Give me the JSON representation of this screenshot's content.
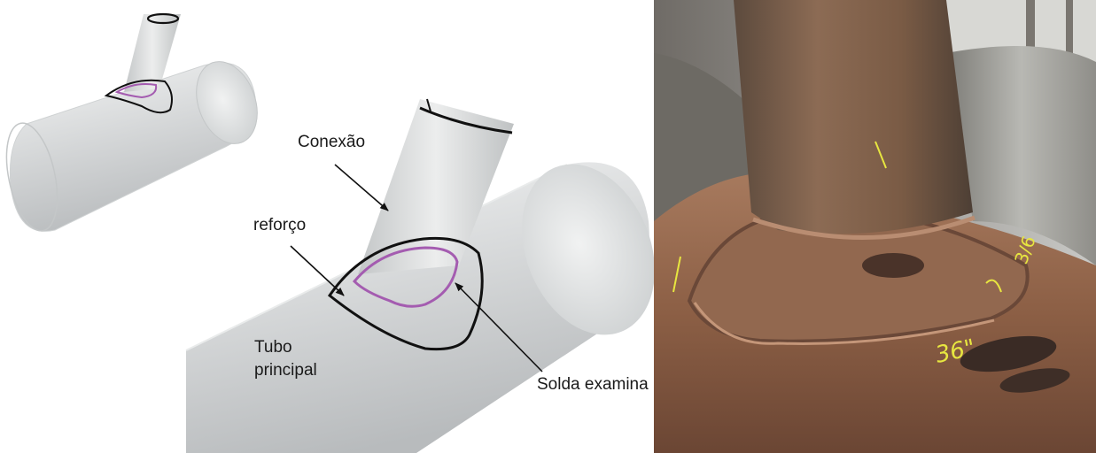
{
  "diagram": {
    "labels": {
      "conexao": "Conexão",
      "reforco": "reforço",
      "tubo": "Tubo",
      "principal": "principal",
      "solda": "Solda examina"
    },
    "colors": {
      "pipe_fill": "#dcdede",
      "pipe_shade": "#b9bcbd",
      "reinforcement_outline": "#111111",
      "weld_outline": "#a45cb0",
      "arrow": "#111111"
    }
  },
  "photo": {
    "markings": [
      "3/6",
      "36\""
    ],
    "colors": {
      "rust": "#8c5a3e",
      "steel": "#a0a2a0",
      "chalk": "#e7e640"
    }
  }
}
